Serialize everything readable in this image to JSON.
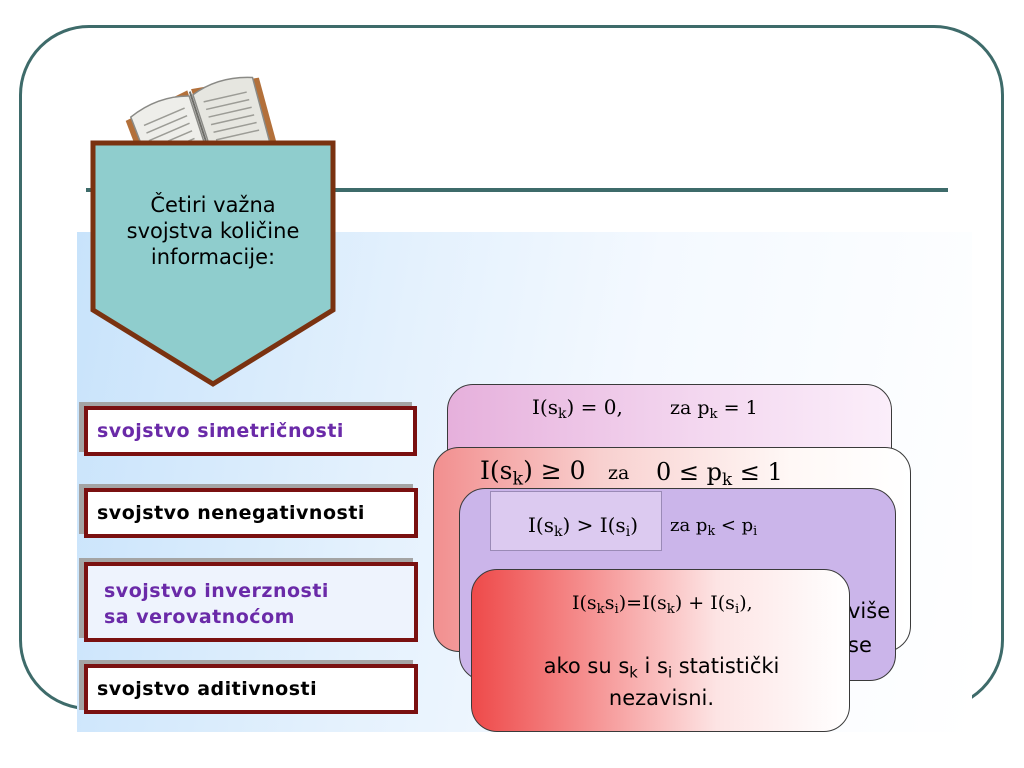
{
  "shield": {
    "title": "Četiri važna svojstva količine informacije:"
  },
  "properties": [
    {
      "label": "svojstvo simetričnosti"
    },
    {
      "label": "svojstvo nenegativnosti"
    },
    {
      "label_line1": "svojstvo inverznosti",
      "label_line2": "sa verovatnoćom"
    },
    {
      "label": "svojstvo aditivnosti"
    }
  ],
  "cards": {
    "symmetry": {
      "lhs": "I(s",
      "idx": "k",
      "rhs": ") = 0,",
      "cond": "za p",
      "cond_idx": "k",
      "cond_rhs": " = 1"
    },
    "nonneg": {
      "lhs": "I(s",
      "idx": "k",
      "rhs": ") ≥ 0",
      "za": "za",
      "range": "0 ≤ p",
      "range_idx": "k",
      "range_rhs": " ≤ 1"
    },
    "inverse": {
      "lhs": "I(s",
      "idx": "k",
      "mid": ") > I(s",
      "idx2": "i",
      "rhs": ")",
      "cond": "za p",
      "cond_idx": "k",
      "cond_mid": " < p",
      "cond_idx2": "i",
      "frag_right1": "više",
      "frag_right2": "se"
    },
    "additive": {
      "formula_a": "I(s",
      "fa1": "k",
      "fa2": "s",
      "fa3": "i",
      "formula_b": ")=I(s",
      "fb1": "k",
      "formula_c": ") + I(s",
      "fc1": "i",
      "formula_d": "),",
      "line2_pre": "ako su s",
      "l2_k": "k",
      "line2_mid": " i s",
      "l2_i": "i",
      "line2_post": " statistički",
      "line3": "nezavisni."
    }
  },
  "colors": {
    "border_dark": "#3e6b6a",
    "maroon": "#7a1010",
    "purple_text": "#6a2aa8",
    "shield_fill": "#8fcdcd"
  }
}
